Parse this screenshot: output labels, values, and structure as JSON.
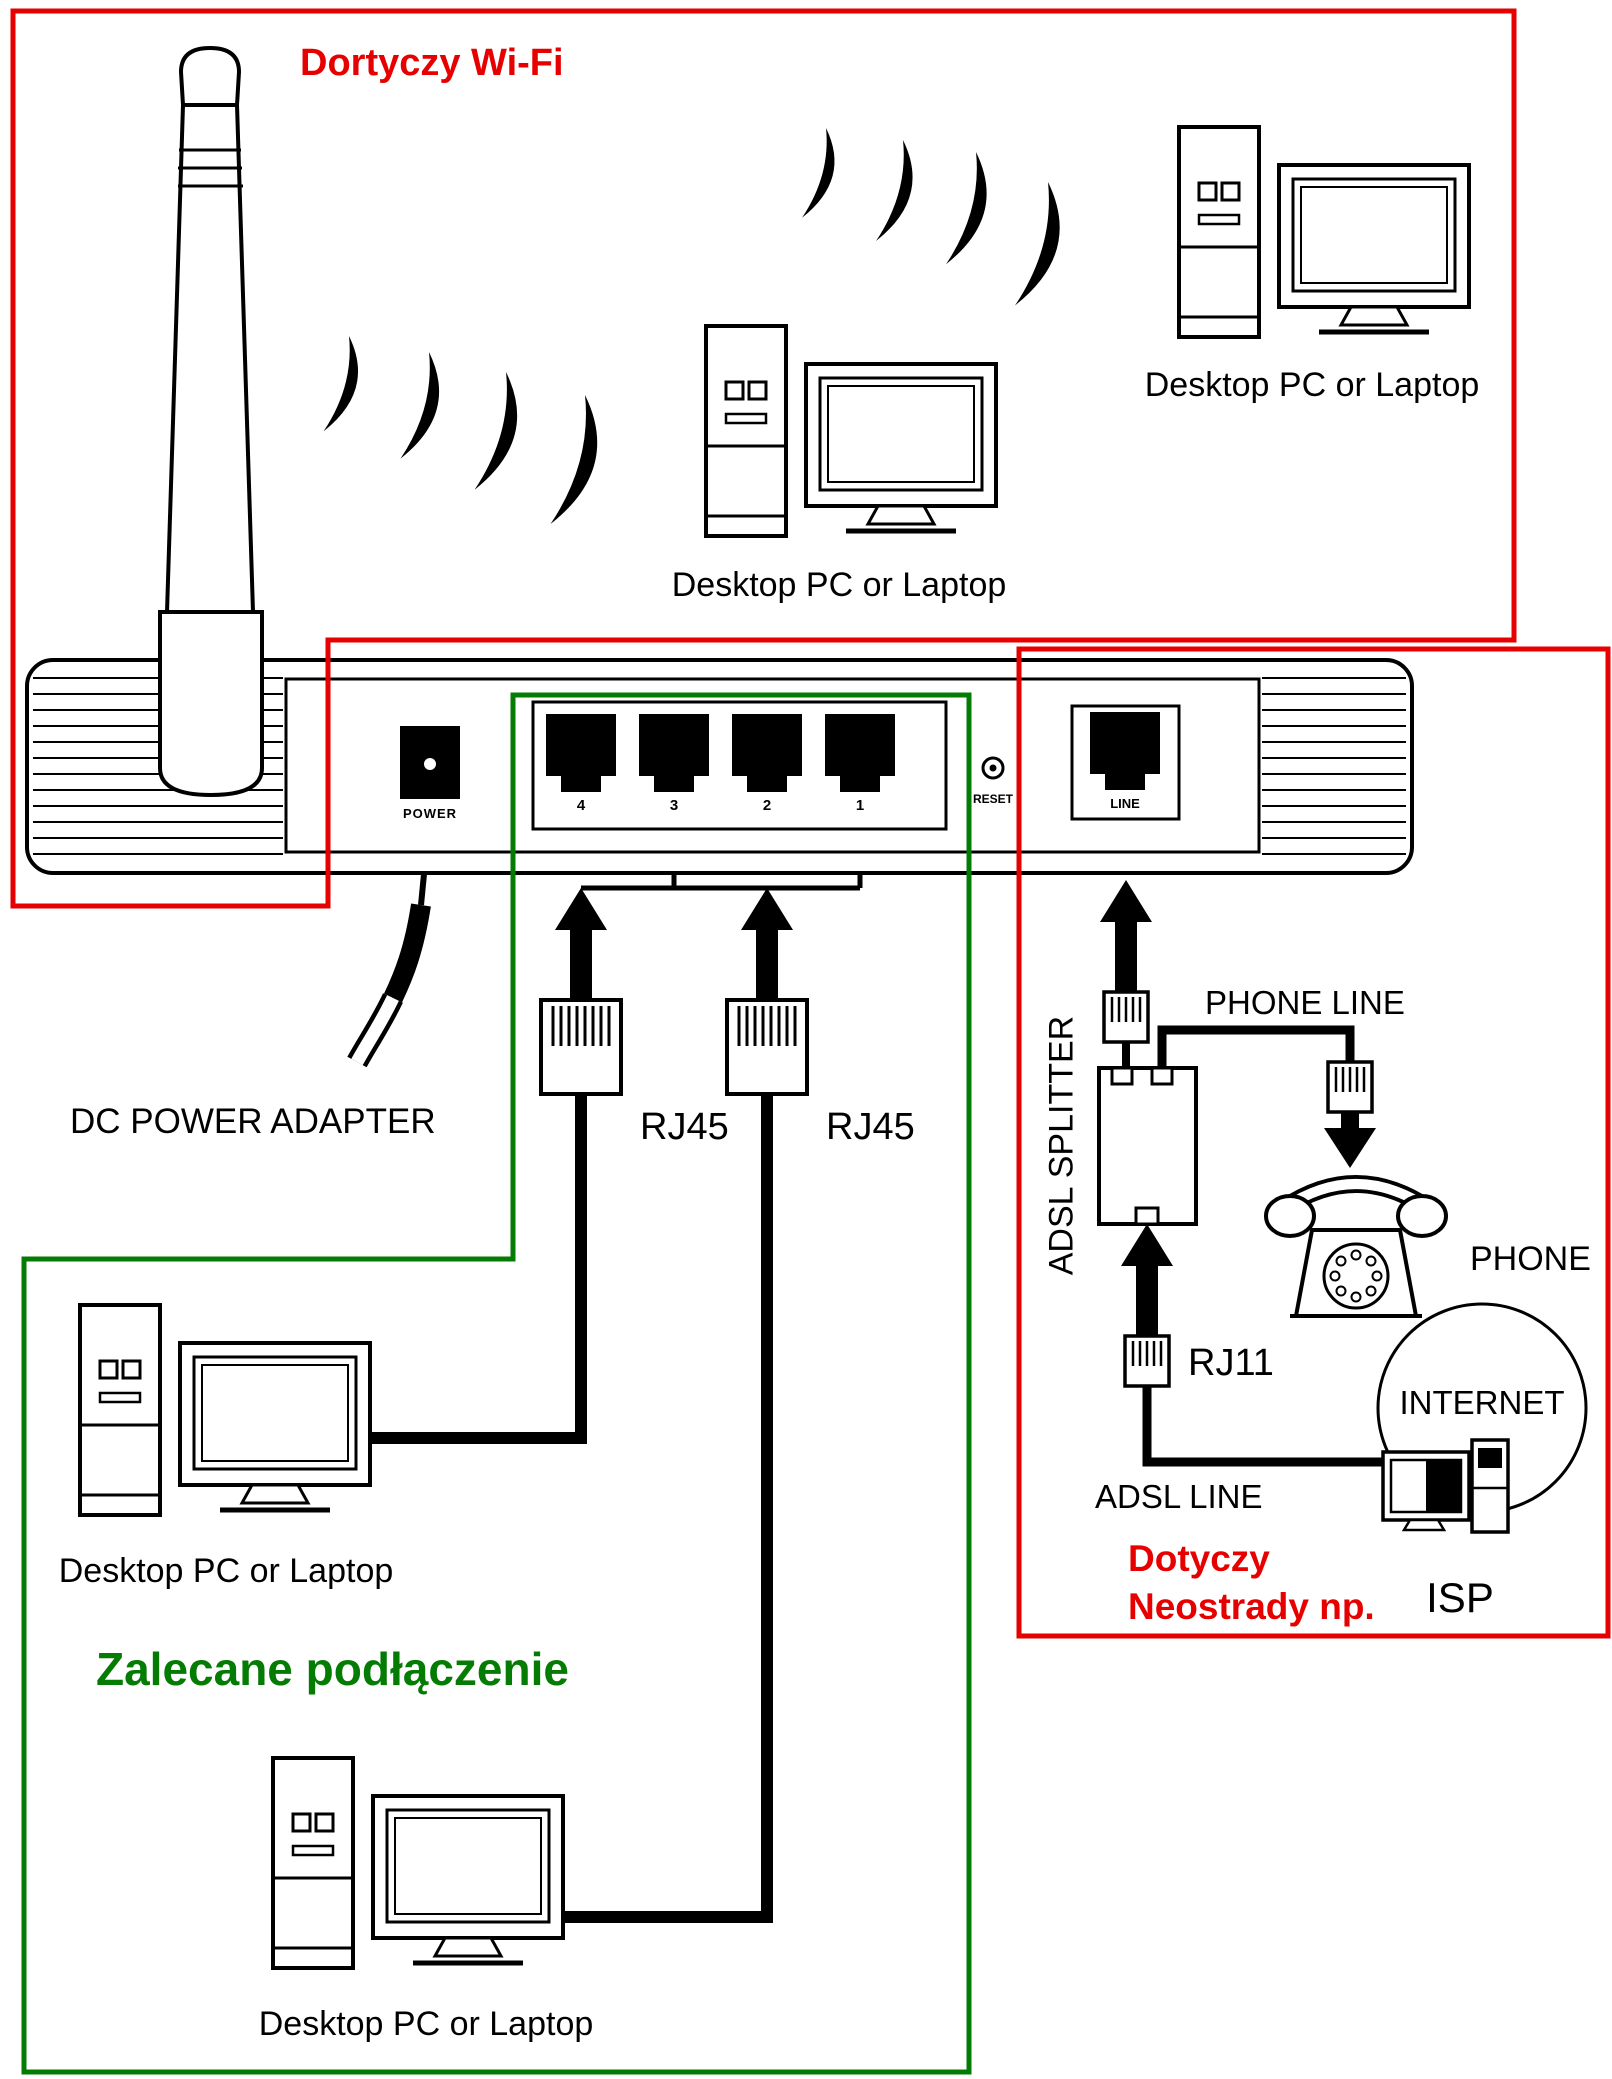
{
  "colors": {
    "accent-red": "#e60000",
    "accent-green": "#047c04"
  },
  "sections": {
    "wifi": {
      "title": "Dortyczy Wi-Fi"
    },
    "recommended": {
      "title": "Zalecane podłączenie"
    },
    "neostrada": {
      "title_line1": "Dotyczy",
      "title_line2": "Neostrady np."
    }
  },
  "router": {
    "power_label": "POWER",
    "port_labels": [
      "4",
      "3",
      "2",
      "1"
    ],
    "reset_label": "RESET",
    "line_label": "LINE"
  },
  "labels": {
    "desktop_pc": "Desktop PC or Laptop",
    "dc_power_adapter": "DC POWER ADAPTER",
    "rj45": "RJ45",
    "rj11": "RJ11",
    "adsl_splitter": "ADSL SPLITTER",
    "phone_line": "PHONE LINE",
    "phone": "PHONE",
    "adsl_line": "ADSL LINE",
    "internet": "INTERNET",
    "isp": "ISP"
  }
}
